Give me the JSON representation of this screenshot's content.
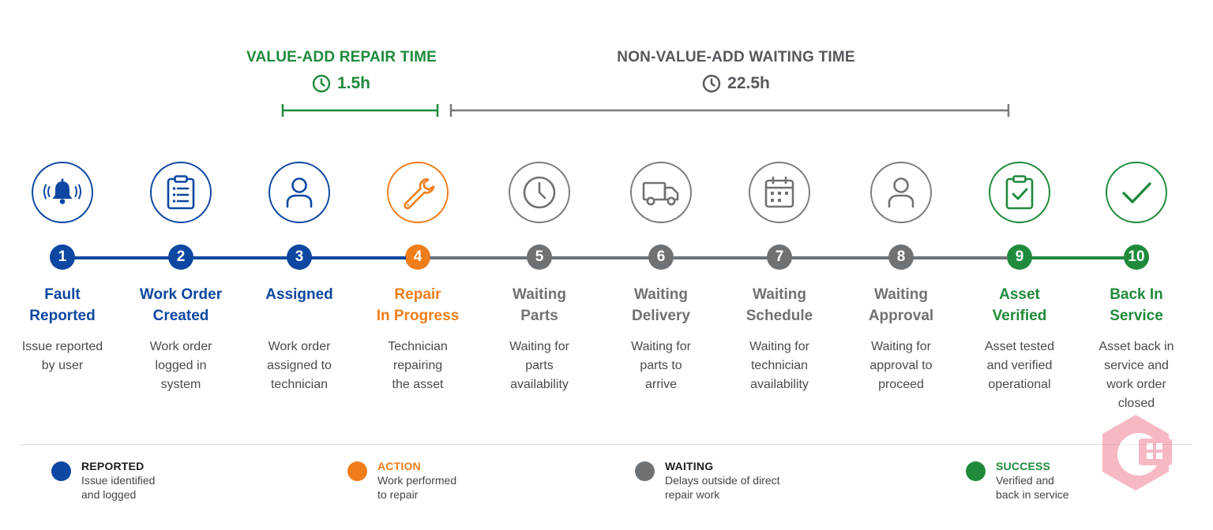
{
  "header": {
    "value_add": {
      "title": "VALUE-ADD REPAIR TIME",
      "duration": "1.5h",
      "icon": "clock-icon",
      "color": "#1f8a3b"
    },
    "non_value_add": {
      "title": "NON-VALUE-ADD WAITING TIME",
      "duration": "22.5h",
      "icon": "clock-icon",
      "color": "#54585c"
    }
  },
  "steps": [
    {
      "num": "1",
      "title_line1": "Fault",
      "title_line2": "Reported",
      "desc": [
        "Issue reported",
        "by user"
      ],
      "icon": "bell-icon",
      "category": "reported"
    },
    {
      "num": "2",
      "title_line1": "Work Order",
      "title_line2": "Created",
      "desc": [
        "Work order",
        "logged in",
        "system"
      ],
      "icon": "clipboard-icon",
      "category": "reported"
    },
    {
      "num": "3",
      "title_line1": "Assigned",
      "title_line2": "",
      "desc": [
        "Work order",
        "assigned to",
        "technician"
      ],
      "icon": "user-icon",
      "category": "reported"
    },
    {
      "num": "4",
      "title_line1": "Repair",
      "title_line2": "In Progress",
      "desc": [
        "Technician",
        "repairing",
        "the asset"
      ],
      "icon": "wrench-icon",
      "category": "action"
    },
    {
      "num": "5",
      "title_line1": "Waiting",
      "title_line2": "Parts",
      "desc": [
        "Waiting for",
        "parts",
        "availability"
      ],
      "icon": "clock-icon",
      "category": "waiting"
    },
    {
      "num": "6",
      "title_line1": "Waiting",
      "title_line2": "Delivery",
      "desc": [
        "Waiting for",
        "parts to",
        "arrive"
      ],
      "icon": "truck-icon",
      "category": "waiting"
    },
    {
      "num": "7",
      "title_line1": "Waiting",
      "title_line2": "Schedule",
      "desc": [
        "Waiting for",
        "technician",
        "availability"
      ],
      "icon": "calendar-icon",
      "category": "waiting"
    },
    {
      "num": "8",
      "title_line1": "Waiting",
      "title_line2": "Approval",
      "desc": [
        "Waiting for",
        "approval to",
        "proceed"
      ],
      "icon": "user-icon",
      "category": "waiting"
    },
    {
      "num": "9",
      "title_line1": "Asset",
      "title_line2": "Verified",
      "desc": [
        "Asset tested",
        "and verified",
        "operational"
      ],
      "icon": "clipboard-check-icon",
      "category": "success"
    },
    {
      "num": "10",
      "title_line1": "Back In",
      "title_line2": "Service",
      "desc": [
        "Asset back in",
        "service and",
        "work order",
        "closed"
      ],
      "icon": "check-icon",
      "category": "success"
    }
  ],
  "legend": [
    {
      "label": "REPORTED",
      "desc_line1": "Issue identified",
      "desc_line2": "and logged",
      "color": "#0d47a1"
    },
    {
      "label": "ACTION",
      "desc_line1": "Work performed",
      "desc_line2": "to repair",
      "color": "#ef7d1a"
    },
    {
      "label": "WAITING",
      "desc_line1": "Delays outside of direct",
      "desc_line2": "repair work",
      "color": "#6f7275"
    },
    {
      "label": "SUCCESS",
      "desc_line1": "Verified and",
      "desc_line2": "back in service",
      "color": "#1f8a3b"
    }
  ],
  "colors": {
    "reported": "#0d47a1",
    "action": "#ef7d1a",
    "waiting": "#6f7275",
    "success": "#1f8a3b"
  }
}
